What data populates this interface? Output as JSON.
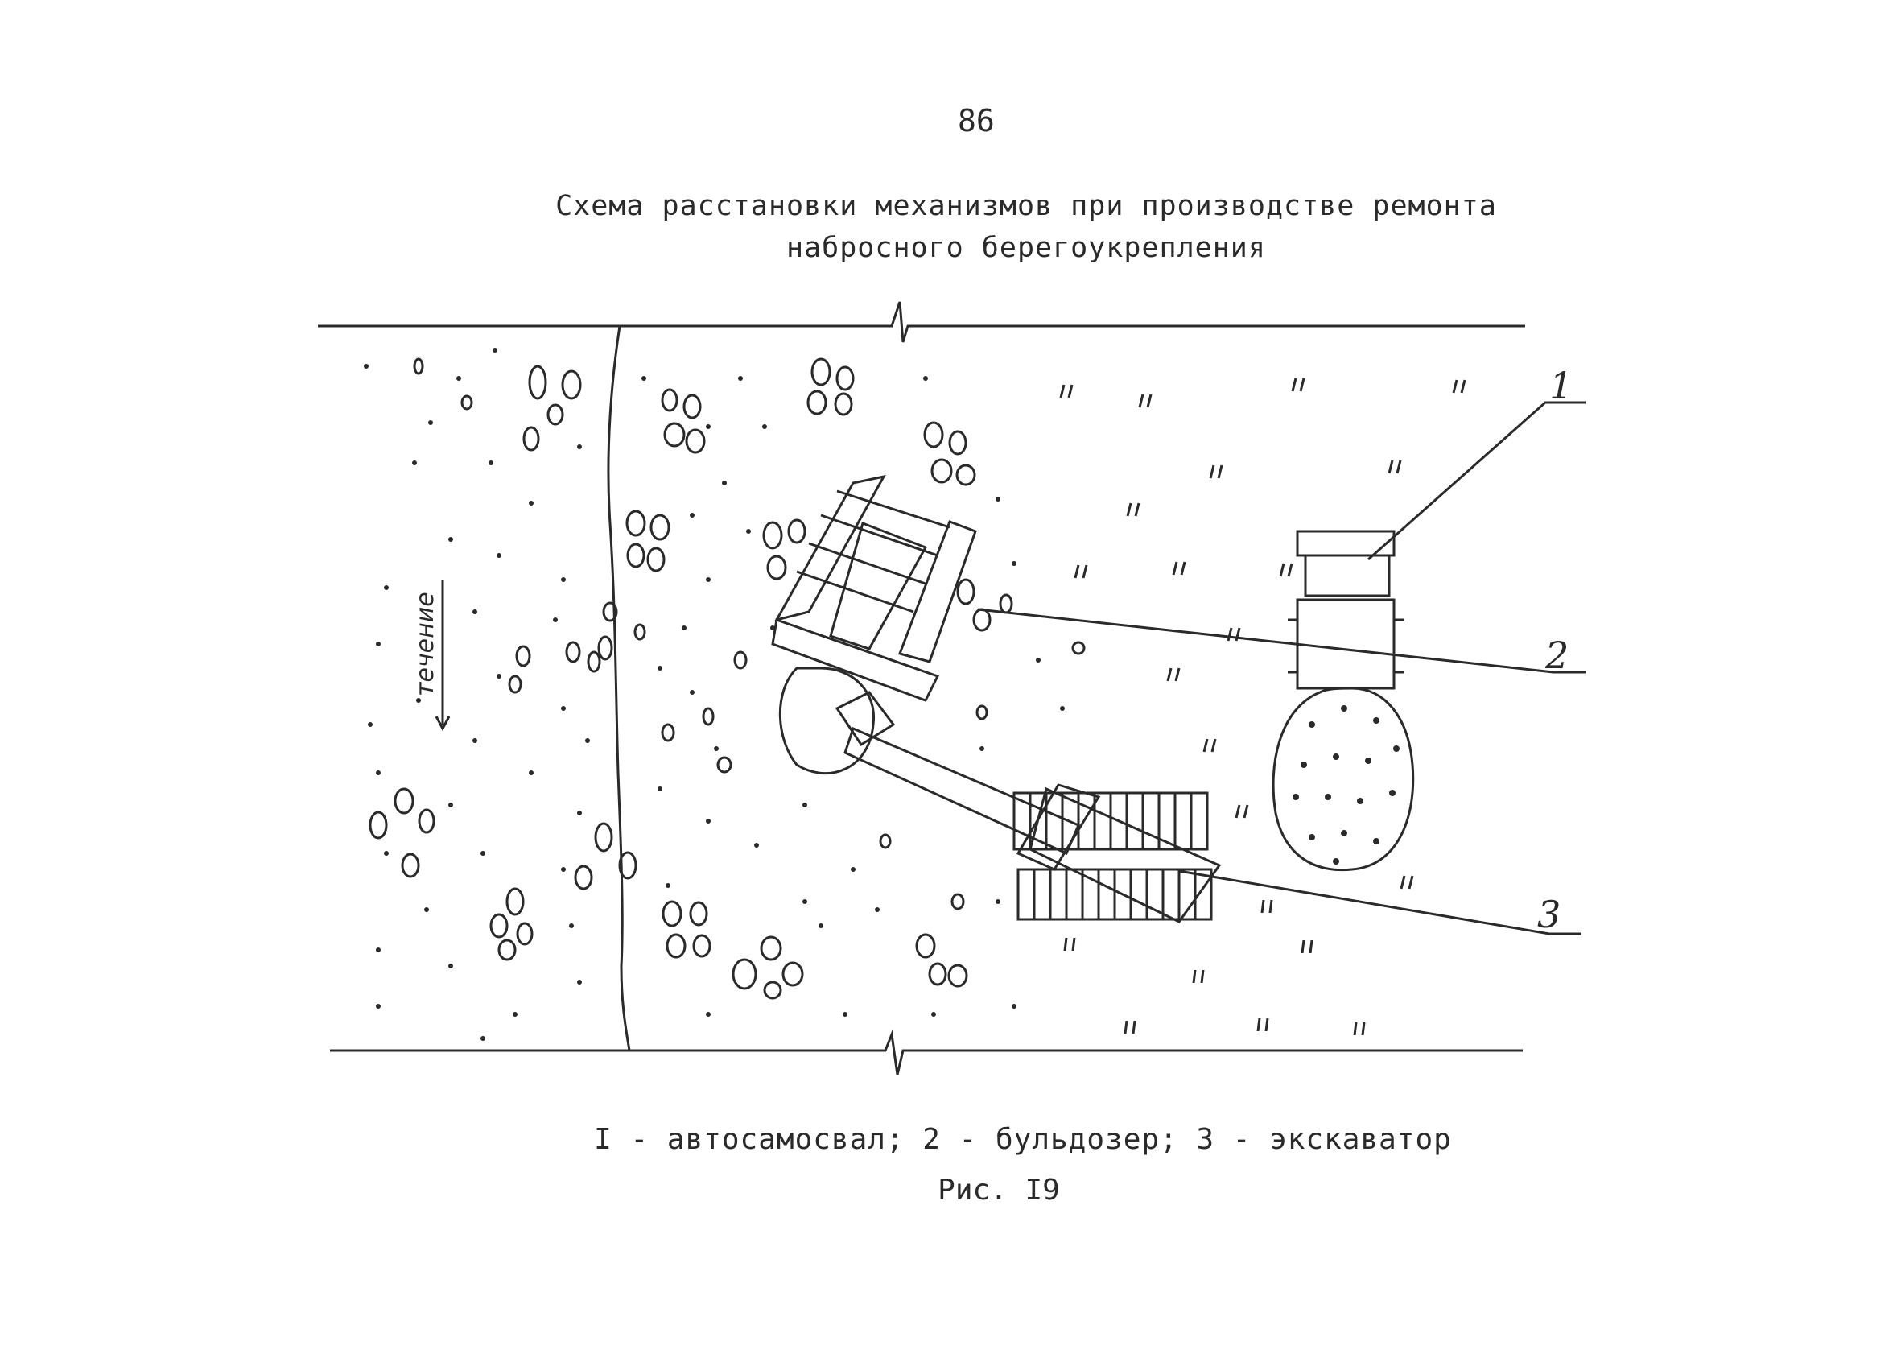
{
  "page_number": "86",
  "title": {
    "line1": "Схема расстановки механизмов при производстве ремонта",
    "line2": "набросного берегоукрепления"
  },
  "flow_label": "течение",
  "callouts": [
    "1",
    "2",
    "3"
  ],
  "legend": "I - автосамосвал; 2 - бульдозер; 3 - экскаватор",
  "figure_caption": "Рис. I9"
}
